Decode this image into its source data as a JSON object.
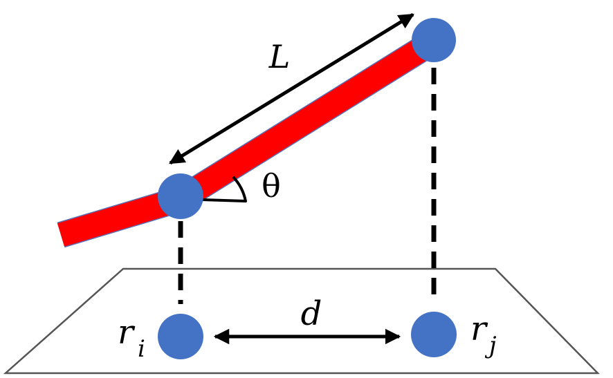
{
  "labels": {
    "length": "L",
    "angle": "θ",
    "distance": "d",
    "node_i_base": "r",
    "node_i_sub": "i",
    "node_j_base": "r",
    "node_j_sub": "j"
  },
  "colors": {
    "rod": "#ff0000",
    "rod_edge": "#5a6fb5",
    "node": "#4472c4",
    "ink": "#000000",
    "plane_edge": "#555555"
  }
}
